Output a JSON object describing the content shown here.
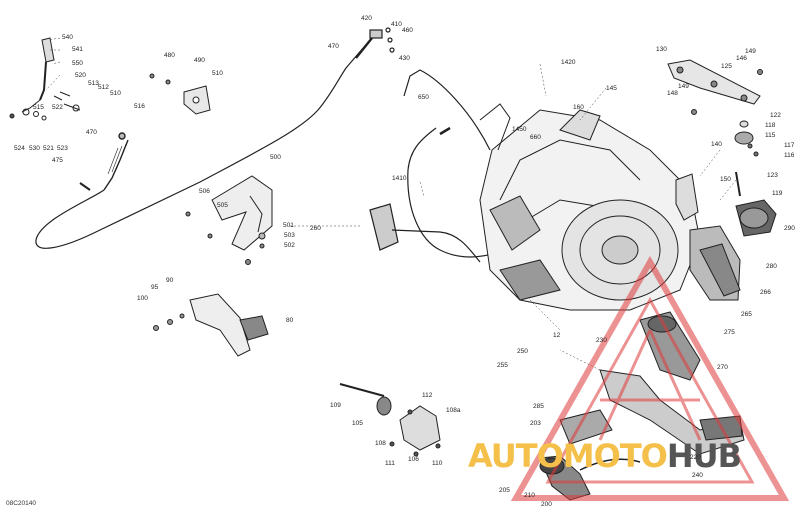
{
  "diagram_code": "08C20140",
  "watermark": {
    "part1": "AUTO",
    "part2": "MOTO",
    "part3": "HUB"
  },
  "callouts": [
    {
      "id": "c540",
      "text": "540"
    },
    {
      "id": "c541",
      "text": "541"
    },
    {
      "id": "c550",
      "text": "550"
    },
    {
      "id": "c520",
      "text": "520"
    },
    {
      "id": "c513",
      "text": "513"
    },
    {
      "id": "c512",
      "text": "512"
    },
    {
      "id": "c510",
      "text": "510"
    },
    {
      "id": "c515",
      "text": "515"
    },
    {
      "id": "c522",
      "text": "522"
    },
    {
      "id": "c516",
      "text": "516"
    },
    {
      "id": "c524",
      "text": "524"
    },
    {
      "id": "c530",
      "text": "530"
    },
    {
      "id": "c521",
      "text": "521"
    },
    {
      "id": "c523",
      "text": "523"
    },
    {
      "id": "c470a",
      "text": "470"
    },
    {
      "id": "c475",
      "text": "475"
    },
    {
      "id": "c480",
      "text": "480"
    },
    {
      "id": "c490",
      "text": "490"
    },
    {
      "id": "c510b",
      "text": "510"
    },
    {
      "id": "c470b",
      "text": "470"
    },
    {
      "id": "c420",
      "text": "420"
    },
    {
      "id": "c410",
      "text": "410"
    },
    {
      "id": "c460",
      "text": "460"
    },
    {
      "id": "c430",
      "text": "430"
    },
    {
      "id": "c650",
      "text": "650"
    },
    {
      "id": "c1420",
      "text": "1420"
    },
    {
      "id": "c145",
      "text": "145"
    },
    {
      "id": "c160",
      "text": "160"
    },
    {
      "id": "c1450",
      "text": "1450"
    },
    {
      "id": "c660",
      "text": "660"
    },
    {
      "id": "c130",
      "text": "130"
    },
    {
      "id": "c149a",
      "text": "149"
    },
    {
      "id": "c146",
      "text": "146"
    },
    {
      "id": "c125",
      "text": "125"
    },
    {
      "id": "c149b",
      "text": "149"
    },
    {
      "id": "c148",
      "text": "148"
    },
    {
      "id": "c122",
      "text": "122"
    },
    {
      "id": "c118",
      "text": "118"
    },
    {
      "id": "c115",
      "text": "115"
    },
    {
      "id": "c117",
      "text": "117"
    },
    {
      "id": "c116",
      "text": "116"
    },
    {
      "id": "c123",
      "text": "123"
    },
    {
      "id": "c119",
      "text": "119"
    },
    {
      "id": "c140",
      "text": "140"
    },
    {
      "id": "c150",
      "text": "150"
    },
    {
      "id": "c290",
      "text": "290"
    },
    {
      "id": "c280",
      "text": "280"
    },
    {
      "id": "c266",
      "text": "266"
    },
    {
      "id": "c265",
      "text": "265"
    },
    {
      "id": "c275",
      "text": "275"
    },
    {
      "id": "c270",
      "text": "270"
    },
    {
      "id": "c500",
      "text": "500"
    },
    {
      "id": "c506",
      "text": "506"
    },
    {
      "id": "c505",
      "text": "505"
    },
    {
      "id": "c501",
      "text": "501"
    },
    {
      "id": "c503",
      "text": "503"
    },
    {
      "id": "c502",
      "text": "502"
    },
    {
      "id": "c1410",
      "text": "1410"
    },
    {
      "id": "c260",
      "text": "260"
    },
    {
      "id": "c95",
      "text": "95"
    },
    {
      "id": "c90",
      "text": "90"
    },
    {
      "id": "c100",
      "text": "100"
    },
    {
      "id": "c80",
      "text": "80"
    },
    {
      "id": "c12",
      "text": "12"
    },
    {
      "id": "c230",
      "text": "230"
    },
    {
      "id": "c250",
      "text": "250"
    },
    {
      "id": "c255",
      "text": "255"
    },
    {
      "id": "c285",
      "text": "285"
    },
    {
      "id": "c203",
      "text": "203"
    },
    {
      "id": "c220",
      "text": "220"
    },
    {
      "id": "c240",
      "text": "240"
    },
    {
      "id": "c205",
      "text": "205"
    },
    {
      "id": "c210",
      "text": "210"
    },
    {
      "id": "c200",
      "text": "200"
    },
    {
      "id": "c109",
      "text": "109"
    },
    {
      "id": "c112",
      "text": "112"
    },
    {
      "id": "c105",
      "text": "105"
    },
    {
      "id": "c108a",
      "text": "108a"
    },
    {
      "id": "c108",
      "text": "108"
    },
    {
      "id": "c106",
      "text": "106"
    },
    {
      "id": "c111",
      "text": "111"
    },
    {
      "id": "c110",
      "text": "110"
    }
  ]
}
